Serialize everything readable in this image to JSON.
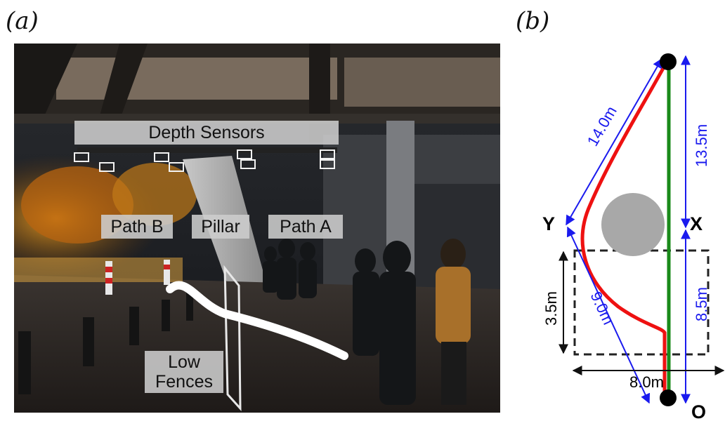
{
  "panels": {
    "a_label": "(a)",
    "b_label": "(b)"
  },
  "photo": {
    "labels": {
      "depth_sensors": "Depth Sensors",
      "path_b": "Path B",
      "pillar": "Pillar",
      "path_a": "Path A",
      "low_fences": "Low Fences"
    }
  },
  "diagram": {
    "points": {
      "y": "Y",
      "x": "X",
      "o": "O"
    },
    "dimensions": {
      "d14": "14.0m",
      "d13_5": "13.5m",
      "d9": "9.0m",
      "d8_5": "8.5m",
      "d3_5": "3.5m",
      "d8": "8.0m"
    },
    "colors": {
      "path_b": "#ee1111",
      "path_a": "#1a8a1a",
      "dimension_blue": "#1a1aee",
      "pillar": "#a8a8a8"
    }
  }
}
